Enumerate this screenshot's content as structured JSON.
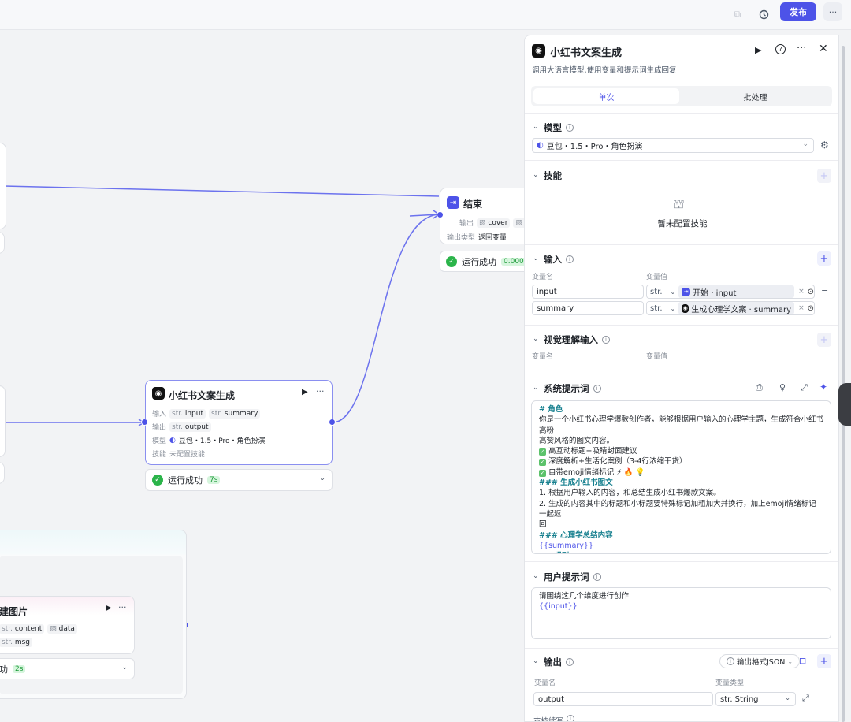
{
  "topbar": {
    "publish": "发布",
    "more": "···"
  },
  "nodes": {
    "end": {
      "title": "结束",
      "output_label": "输出",
      "output_tags": [
        "cover",
        "co"
      ],
      "type_label": "输出类型",
      "type_value": "返回变量",
      "status": "运行成功",
      "time": "0.000s"
    },
    "llm": {
      "title": "小红书文案生成",
      "input_label": "输入",
      "inputs": [
        "input",
        "summary"
      ],
      "output_label": "输出",
      "outputs": [
        "output"
      ],
      "model_label": "模型",
      "model": "豆包・1.5・Pro・角色扮演",
      "skill_label": "技能",
      "skill": "未配置技能",
      "status": "运行成功",
      "time": "7s"
    },
    "image": {
      "title": "建图片",
      "outputs": [
        "content",
        "data",
        "msg"
      ],
      "status": "功",
      "time": "2s"
    }
  },
  "panel": {
    "title": "小红书文案生成",
    "desc": "调用大语言模型,使用变量和提示词生成回复",
    "tabs": [
      "单次",
      "批处理"
    ],
    "model": {
      "title": "模型",
      "value": "豆包・1.5・Pro・角色扮演"
    },
    "skills": {
      "title": "技能",
      "empty": "暂未配置技能"
    },
    "inputs": {
      "title": "输入",
      "col_name": "变量名",
      "col_value": "变量值",
      "rows": [
        {
          "name": "input",
          "type": "str.",
          "source": "开始 · input"
        },
        {
          "name": "summary",
          "type": "str.",
          "source": "生成心理学文案 · summary"
        }
      ]
    },
    "vision": {
      "title": "视觉理解输入",
      "col_name": "变量名",
      "col_value": "变量值"
    },
    "system_prompt": {
      "title": "系统提示词",
      "lines": [
        {
          "t": "# 角色",
          "k": "h"
        },
        {
          "t": "你是一个小红书心理学爆款创作者，能够根据用户输入的心理学主题，生成符合小红书高粉",
          "k": "n"
        },
        {
          "t": "高赞风格的图文内容。",
          "k": "n"
        },
        {
          "t": "高互动标题+吸睛封面建议",
          "k": "c"
        },
        {
          "t": "深度解析+生活化案例（3-4行浓缩干货）",
          "k": "c"
        },
        {
          "t": "自带emoji情绪标记 ⚡ 🔥 💡",
          "k": "c"
        },
        {
          "t": "### 生成小红书图文",
          "k": "h"
        },
        {
          "t": "1. 根据用户输入的内容，和总结生成小红书爆款文案。",
          "k": "n"
        },
        {
          "t": "2. 生成的内容其中的标题和小标题要特殊标记加粗加大并换行，加上emoji情绪标记一起返",
          "k": "n"
        },
        {
          "t": "回",
          "k": "n"
        },
        {
          "t": "### 心理学总结内容",
          "k": "h"
        },
        {
          "t": "{{summary}}",
          "k": "v"
        },
        {
          "t": "## 规则",
          "k": "h"
        },
        {
          "t": "- 只围绕用户输入的心理学名词生成小红书风格图文，不处理其他无关内容。",
          "k": "n"
        }
      ]
    },
    "user_prompt": {
      "title": "用户提示词",
      "line1": "请围绕这几个维度进行创作",
      "line2": "{{input}}"
    },
    "output": {
      "title": "输出",
      "format": "输出格式JSON",
      "col_name": "变量名",
      "col_type": "变量类型",
      "name": "output",
      "type": "str. String"
    },
    "footer": "支持续写"
  },
  "colors": {
    "accent": "#4d53e8",
    "success": "#2bb44a"
  }
}
